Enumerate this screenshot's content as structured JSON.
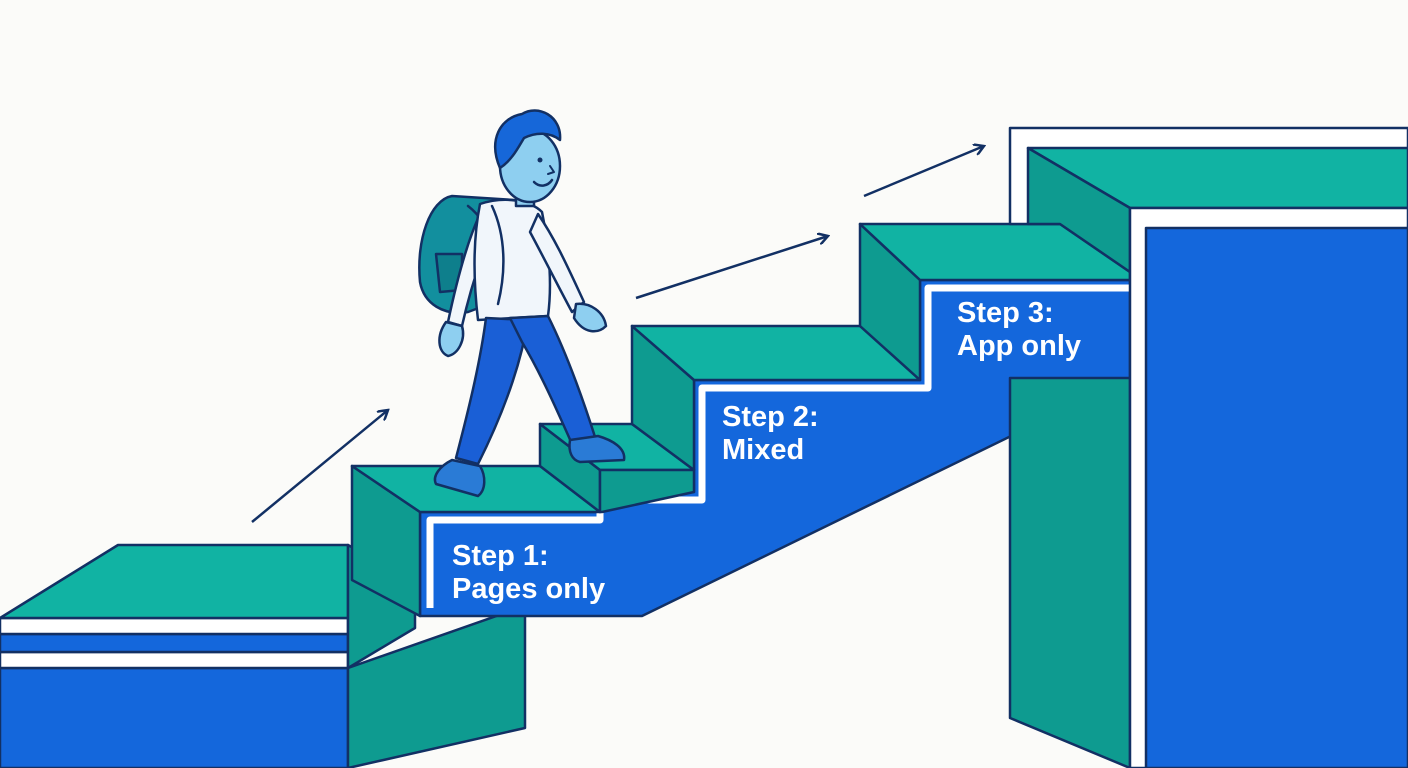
{
  "steps": [
    {
      "line1": "Step 1:",
      "line2": "Pages only"
    },
    {
      "line1": "Step 2:",
      "line2": "Mixed"
    },
    {
      "line1": "Step 3:",
      "line2": "App only"
    }
  ],
  "colors": {
    "background": "#fbfbf9",
    "teal_top": "#11b3a3",
    "teal_side": "#0e9b90",
    "blue_face": "#1467dc",
    "outline": "#123064",
    "skin": "#8ecff0",
    "hair": "#1667d9",
    "shirt": "#f1f6fb",
    "pants": "#1a5fd6",
    "backpack": "#128f9e"
  },
  "icons": [
    "progress-arrow-icon",
    "person-with-backpack-icon"
  ]
}
